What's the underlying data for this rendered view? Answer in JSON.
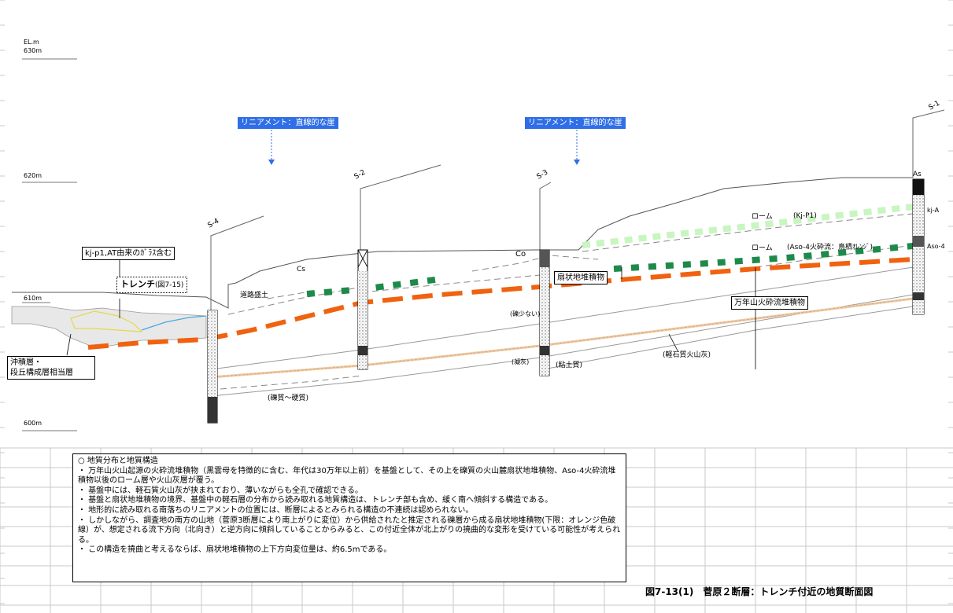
{
  "elevation_labels": {
    "unit": "EL.m",
    "e630": "630m",
    "e620": "620m",
    "e610": "610m",
    "e600": "600m"
  },
  "boreholes": {
    "s1": "S-1",
    "s2": "S-2",
    "s3": "S-3",
    "s4": "S-4"
  },
  "lineaments": {
    "left": "リニアメント：直線的な崖",
    "right": "リニアメント：直線的な崖"
  },
  "labels": {
    "kjp1_glass": "kj-p1,AT由来のｶﾞﾗｽ含む",
    "trench": "トレンチ",
    "trench_ref": "(図7-15)",
    "fan_deposit": "扇状地堆積物",
    "manen_pyroclastic": "万年山火砕流堆積物",
    "alluvium_line1": "沖積層・",
    "alluvium_line2": "段丘構成層相当層",
    "road_fill": "道路盛土",
    "loam1": "ローム",
    "loam2": "ローム",
    "kjp1": "(Kj-P1)",
    "aso4": "(Aso-4火砕流：鳥栖ｵﾚﾝｼﾞ)",
    "ash": "(軽石質火山灰)",
    "hard_grain": "(礫質～硬質)",
    "mud": "(粘土質)",
    "little_gravel": "(礫少ない)",
    "tuff": "(凝灰)",
    "cs": "Cs",
    "co": "Co",
    "as": "As",
    "kja": "kj-A",
    "aso4s": "Aso-4"
  },
  "notes": {
    "heading": "○ 地質分布と地質構造",
    "items": [
      "・ 万年山火山起源の火砕流堆積物（黒雲母を特徴的に含む、年代は30万年以上前）を基盤として、その上を礫質の火山麓扇状地堆積物、Aso-4火砕流堆積物以後のローム層や火山灰層が覆う。",
      "・ 基盤中には、軽石質火山灰が挟まれており、薄いながらも全孔で確認できる。",
      "・ 基盤と扇状地堆積物の境界、基盤中の軽石層の分布から読み取れる地質構造は、トレンチ部も含め、緩く南へ傾斜する構造である。",
      "・ 地形的に読み取れる南落ちのリニアメントの位置には、断層によるとみられる構造の不連続は認められない。",
      "・ しかしながら、調査地の南方の山地（菅原3断層により南上がりに変位）から供給されたと推定される礫層から成る扇状地堆積物(下限：オレンジ色破線）が、想定される流下方向（北向き）と逆方向に傾斜していることからみると、この付近全体が北上がりの撓曲的な変形を受けている可能性が考えられる。",
      "・ この構造を撓曲と考えるならば、扇状地堆積物の上下方向変位量は、約6.5mである。"
    ]
  },
  "caption": "図7-13(1)　菅原２断層：トレンチ付近の地質断面図",
  "colors": {
    "orange_line": "#f0620f",
    "green_line": "#1e8a4a",
    "light_green_line": "#c8f5c0",
    "lineament_bg": "#2f6ee6",
    "grid": "#c8c8c8"
  }
}
